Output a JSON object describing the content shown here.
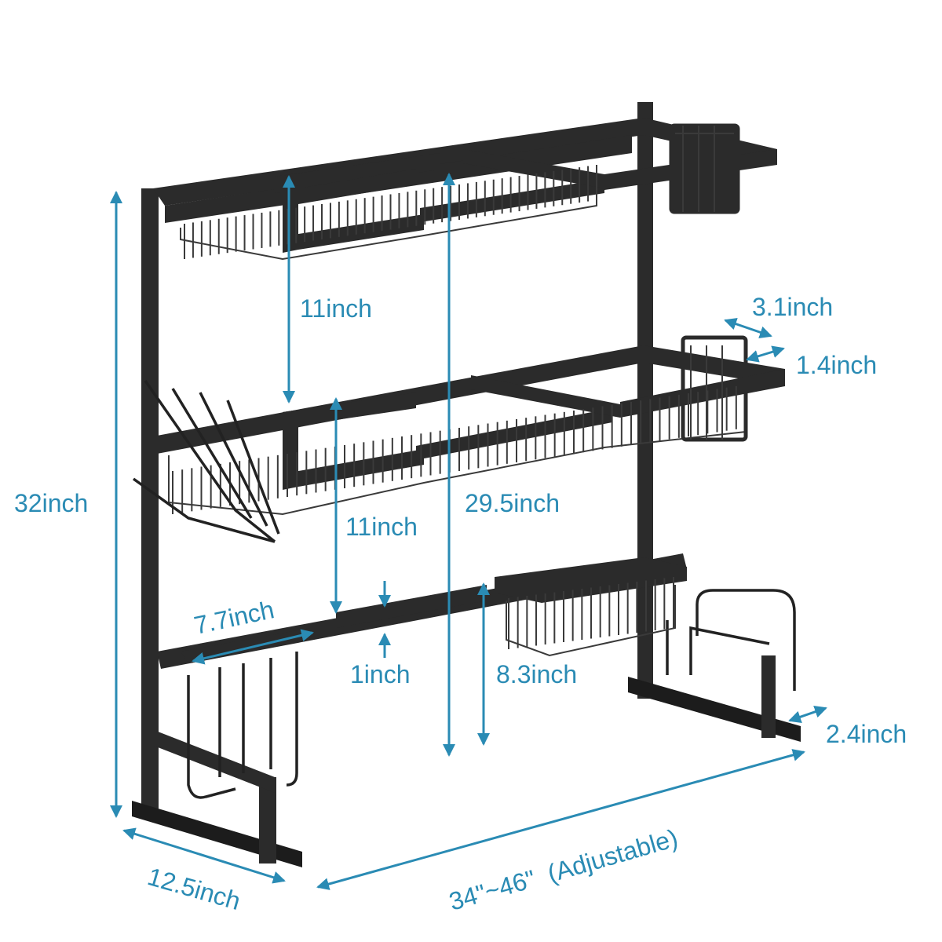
{
  "labels": {
    "total_height": "32inch",
    "shelf_gap_top": "11inch",
    "shelf_gap_middle": "11inch",
    "inner_height": "29.5inch",
    "holder_width": "3.1inch",
    "holder_depth": "1.4inch",
    "left_hook_length": "7.7inch",
    "bar_thickness": "1inch",
    "basket_height": "8.3inch",
    "board_slot": "2.4inch",
    "depth": "12.5inch",
    "width": "34\"~46\"  (Adjustable)"
  },
  "colors": {
    "dimension": "#2a8bb4",
    "frame": "#2b2b2b"
  }
}
